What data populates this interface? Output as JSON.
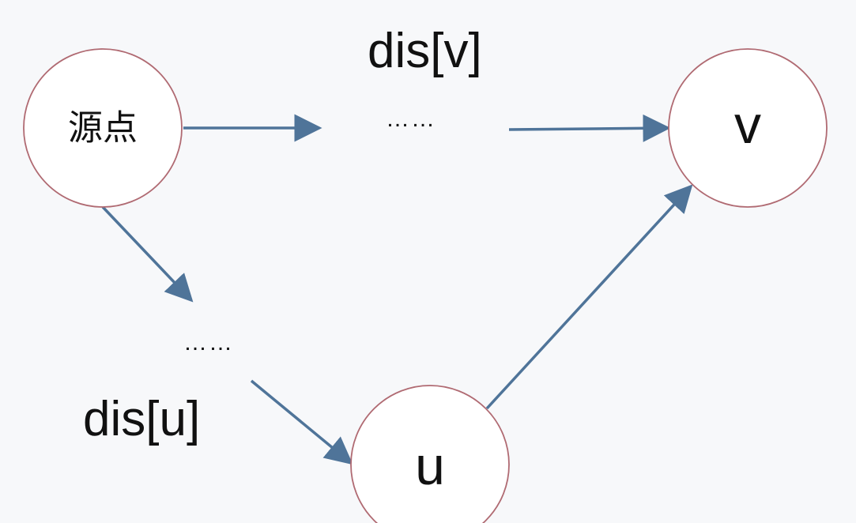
{
  "diagram": {
    "colors": {
      "node_border": "#b06a72",
      "node_fill": "#ffffff",
      "arrow": "#4f7499",
      "text": "#111111",
      "background": "#f7f8fa"
    },
    "nodes": {
      "source": {
        "label": "源点"
      },
      "v": {
        "label": "v"
      },
      "u": {
        "label": "u"
      }
    },
    "annotations": {
      "dis_v": "dis[v]",
      "dis_u": "dis[u]",
      "ellipsis_top": "……",
      "ellipsis_bottom": "……"
    }
  }
}
